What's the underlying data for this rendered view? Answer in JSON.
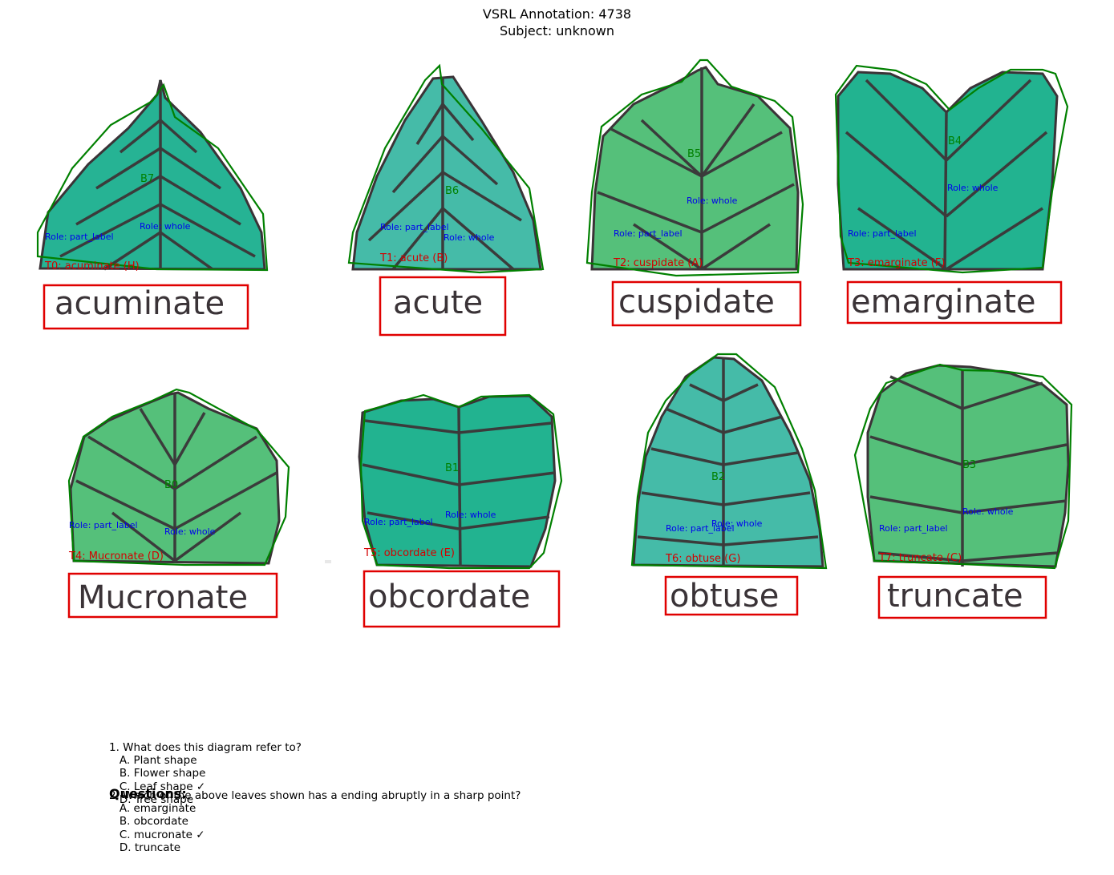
{
  "header": {
    "title_line1": "VSRL Annotation: 4738",
    "title_line2": "Subject: unknown"
  },
  "leaves": [
    {
      "word": "acuminate",
      "tag": "T0: acuminate (H)",
      "blob": "B7",
      "role_part": "Role: part_label",
      "role_whole": "Role: whole",
      "fill": "#26b394"
    },
    {
      "word": "acute",
      "tag": "T1: acute (B)",
      "blob": "B6",
      "role_part": "Role: part_label",
      "role_whole": "Role: whole",
      "fill": "#45bba8"
    },
    {
      "word": "cuspidate",
      "tag": "T2: cuspidate (A)",
      "blob": "B5",
      "role_part": "Role: part_label",
      "role_whole": "Role: whole",
      "fill": "#55c07a"
    },
    {
      "word": "emarginate",
      "tag": "T3: emarginate (F)",
      "blob": "B4",
      "role_part": "Role: part_label",
      "role_whole": "Role: whole",
      "fill": "#22b390"
    },
    {
      "word": "Mucronate",
      "tag": "T4: Mucronate (D)",
      "blob": "B0",
      "role_part": "Role: part_label",
      "role_whole": "Role: whole",
      "fill": "#55c07a"
    },
    {
      "word": "obcordate",
      "tag": "T5: obcordate (E)",
      "blob": "B1",
      "role_part": "Role: part_label",
      "role_whole": "Role: whole",
      "fill": "#22b390"
    },
    {
      "word": "obtuse",
      "tag": "T6: obtuse (G)",
      "blob": "B2",
      "role_part": "Role: part_label",
      "role_whole": "Role: whole",
      "fill": "#45bba8"
    },
    {
      "word": "truncate",
      "tag": "T7: truncate (C)",
      "blob": "B3",
      "role_part": "Role: part_label",
      "role_whole": "Role: whole",
      "fill": "#55c07a"
    }
  ],
  "colors": {
    "outline": "#008000",
    "text_box": "#e00000",
    "vein": "#3b3b3b"
  },
  "questions": {
    "heading": "Questions:",
    "q1": "1. What does this diagram refer to?\n   A. Plant shape\n   B. Flower shape\n   C. Leaf shape ✓\n   D. Tree shape",
    "q2": "2. Which of the above leaves shown has a ending abruptly in a sharp point?\n   A. emarginate\n   B. obcordate\n   C. mucronate ✓\n   D. truncate"
  }
}
